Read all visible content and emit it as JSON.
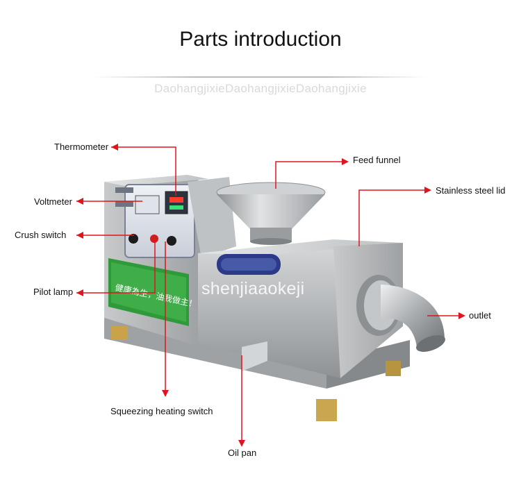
{
  "title": "Parts introduction",
  "watermark_top": "DaohangjixieDaohangjixieDaohangjixie",
  "watermark_mid": "shenjiaaokeji",
  "panel_sign": "健康為生，油我做主！",
  "labels": {
    "thermometer": "Thermometer",
    "voltmeter": "Voltmeter",
    "crush_switch": "Crush switch",
    "pilot_lamp": "Pilot lamp",
    "squeezing_heating_switch": "Squeezing heating switch",
    "oil_pan": "Oil pan",
    "feed_funnel": "Feed funnel",
    "stainless_steel_lid": "Stainless steel lid",
    "outlet": "outlet"
  },
  "colors": {
    "pointer": "#e0141b",
    "sign_green": "#2f9a3a",
    "steel": "#b9bcbe"
  }
}
